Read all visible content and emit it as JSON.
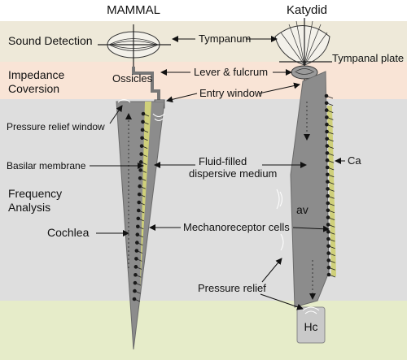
{
  "columns": {
    "left": "MAMMAL",
    "right": "Katydid"
  },
  "bands": {
    "sound_detection": "Sound Detection",
    "impedance_line1": "Impedance",
    "impedance_line2": "Coversion",
    "frequency_line1": "Frequency",
    "frequency_line2": "Analysis"
  },
  "labels": {
    "tympanum": "Tympanum",
    "ossicles": "Ossicles",
    "lever_fulcrum": "Lever & fulcrum",
    "tympanal_plate": "Tympanal plate",
    "entry_window": "Entry window",
    "pressure_relief_window": "Pressure relief window",
    "basilar_membrane": "Basilar membrane",
    "fluid_line1": "Fluid-filled",
    "fluid_line2": "dispersive medium",
    "ca": "Ca",
    "av": "av",
    "cochlea": "Cochlea",
    "mechanoreceptor": "Mechanoreceptor cells",
    "pressure_relief": "Pressure relief",
    "hc": "Hc"
  },
  "colors": {
    "band_sound": "#eee9d9",
    "band_impedance": "#f9e4d6",
    "band_frequency": "#dedede",
    "band_bottom": "#e6ecc9",
    "organ_gray": "#8c8c8c",
    "membrane_yellow": "#cfd07a"
  }
}
